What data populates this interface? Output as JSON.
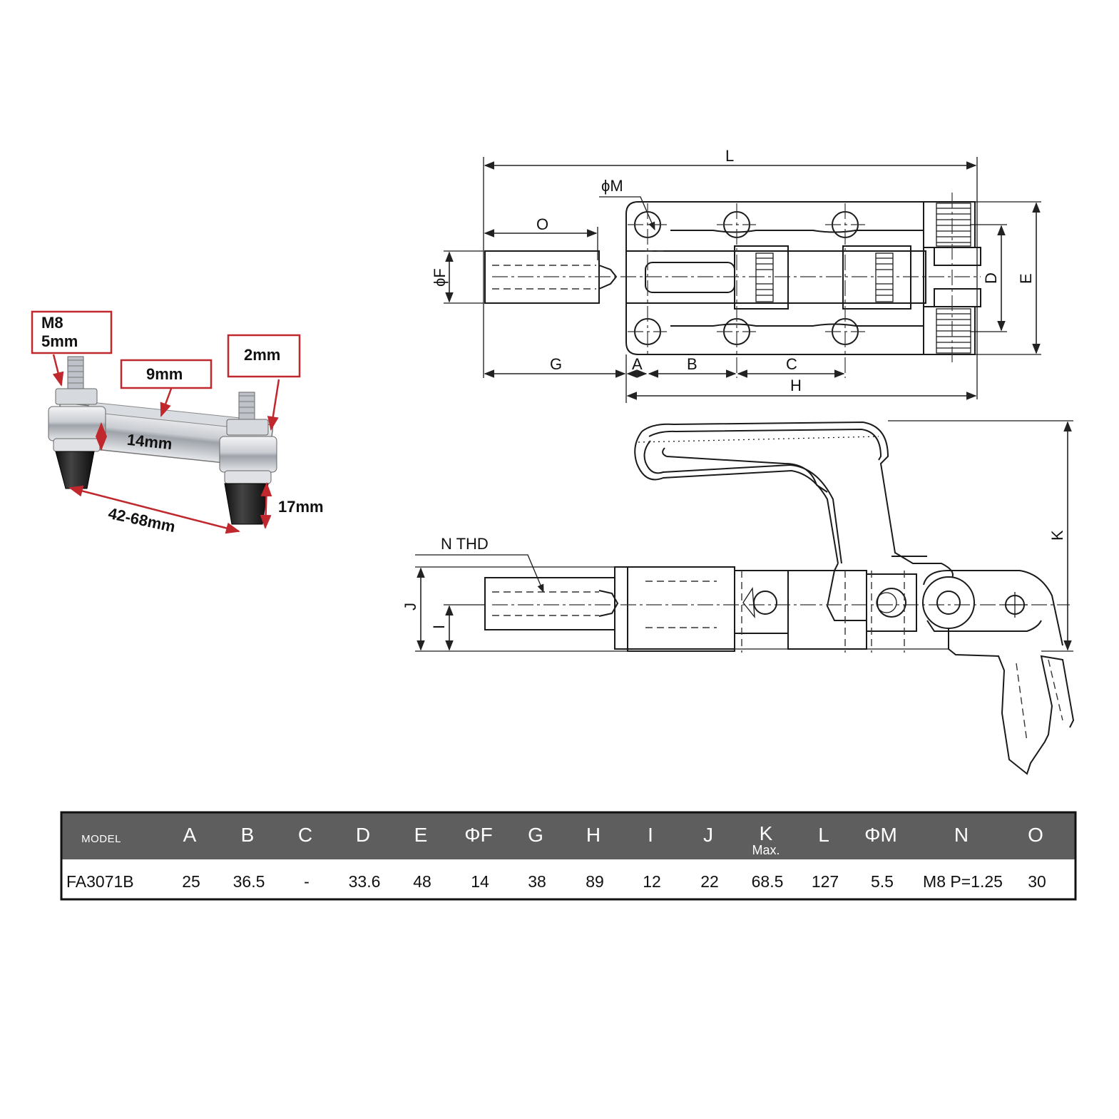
{
  "photo": {
    "labels": {
      "thread": "M8",
      "thread_len": "5mm",
      "slot_width": "9mm",
      "thickness": "2mm",
      "bar_height": "14mm",
      "foot_height": "17mm",
      "span": "42-68mm"
    }
  },
  "drawing": {
    "top_view": {
      "L": "L",
      "M": "ϕM",
      "O": "O",
      "F": "ϕF",
      "D": "D",
      "E": "E",
      "G": "G",
      "A": "A",
      "B": "B",
      "C": "C",
      "H": "H"
    },
    "side_view": {
      "N": "N  THD",
      "J": "J",
      "I": "I",
      "K": "K"
    }
  },
  "spec_table": {
    "header": [
      {
        "label": "MODEL"
      },
      {
        "label": "A"
      },
      {
        "label": "B"
      },
      {
        "label": "C"
      },
      {
        "label": "D"
      },
      {
        "label": "E"
      },
      {
        "label": "ΦF"
      },
      {
        "label": "G"
      },
      {
        "label": "H"
      },
      {
        "label": "I"
      },
      {
        "label": "J"
      },
      {
        "label": "K",
        "sub": "Max."
      },
      {
        "label": "L"
      },
      {
        "label": "ΦM"
      },
      {
        "label": "N"
      },
      {
        "label": "O"
      }
    ],
    "rows": [
      [
        "FA3071B",
        "25",
        "36.5",
        "-",
        "33.6",
        "48",
        "14",
        "38",
        "89",
        "12",
        "22",
        "68.5",
        "127",
        "5.5",
        "M8 P=1.25",
        "30"
      ]
    ],
    "colors": {
      "header_bg": "#5e5e5e",
      "border": "#111111"
    }
  }
}
